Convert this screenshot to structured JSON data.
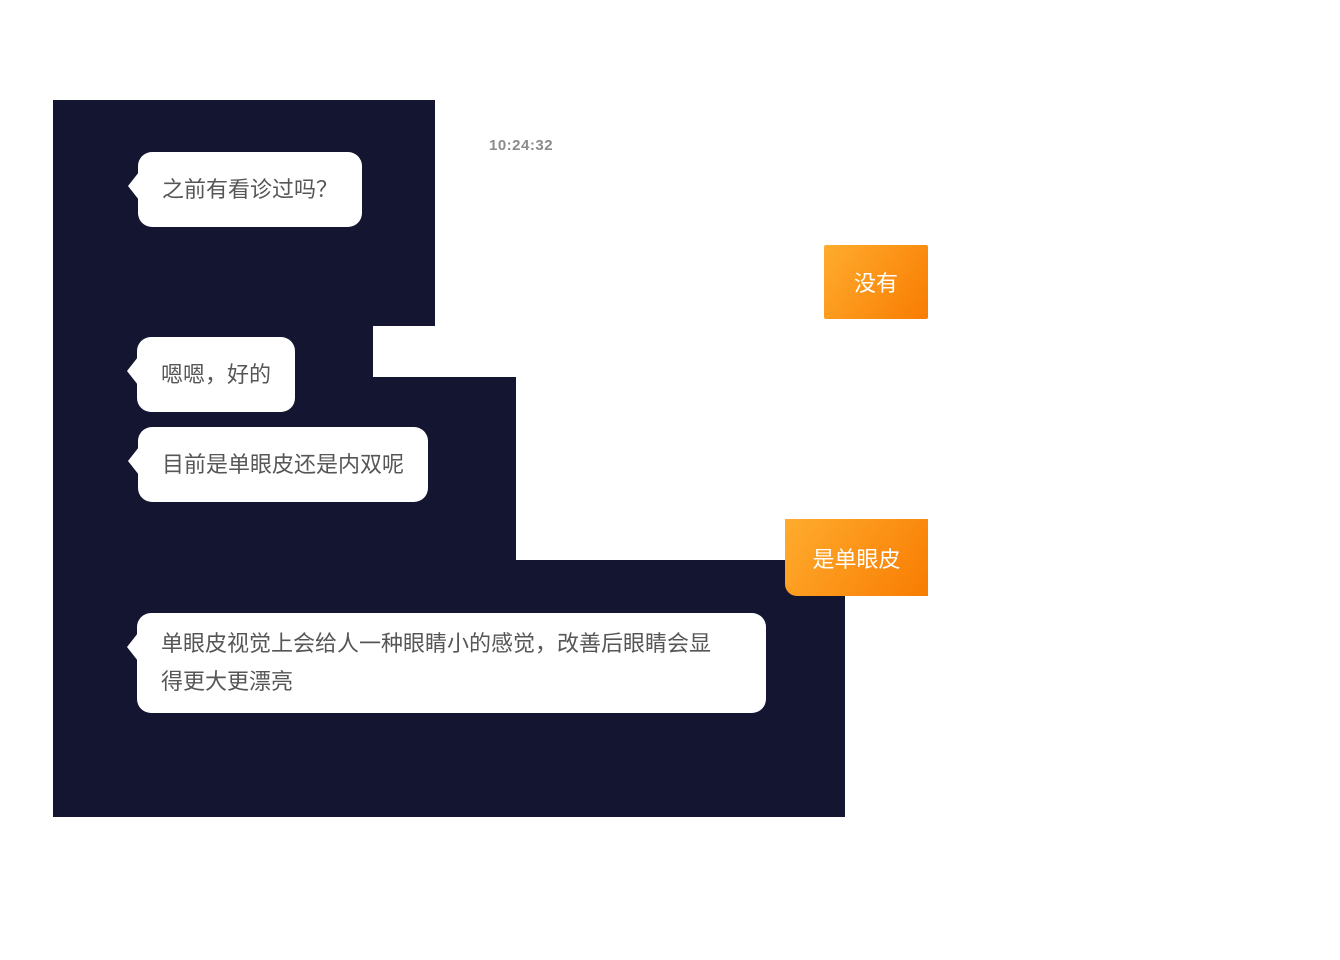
{
  "chat": {
    "timestamp": "10:24:32",
    "messages": [
      {
        "side": "incoming",
        "text": "之前有看诊过吗？"
      },
      {
        "side": "outgoing",
        "text": "没有"
      },
      {
        "side": "incoming",
        "text": "嗯嗯，好的"
      },
      {
        "side": "incoming",
        "text": "目前是单眼皮还是内双呢"
      },
      {
        "side": "outgoing",
        "text": "是单眼皮"
      },
      {
        "side": "incoming",
        "text": "单眼皮视觉上会给人一种眼睛小的感觉，改善后眼睛会显得更大更漂亮",
        "lines": [
          "单眼皮视觉上会给人一种眼睛小的感觉，改善后眼睛会显",
          "得更大更漂亮"
        ]
      }
    ],
    "colors": {
      "panel_background": "#141531",
      "incoming_bubble": "#ffffff",
      "incoming_text": "#565656",
      "outgoing_gradient_start": "#ffac2e",
      "outgoing_gradient_end": "#f87c02",
      "outgoing_text": "#ffffff",
      "timestamp_text": "#8b8b8b",
      "page_background": "#ffffff"
    }
  }
}
